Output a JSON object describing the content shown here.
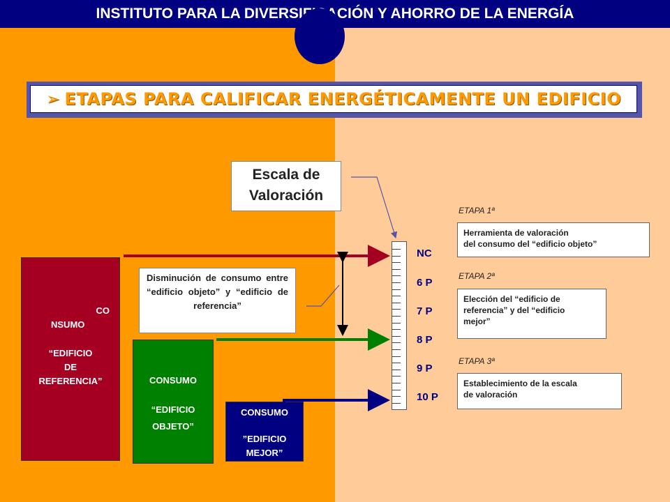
{
  "header": {
    "title": "INSTITUTO PARA LA DIVERSIFICACIÓN Y AHORRO DE LA ENERGÍA"
  },
  "title": {
    "bullet": "➢",
    "text": "ETAPAS PARA CALIFICAR ENERGÉTICAMENTE UN EDIFICIO"
  },
  "escala": {
    "line1": "Escala de",
    "line2": "Valoración"
  },
  "bars": {
    "referencia": {
      "line1": "CO",
      "line2": "NSUMO",
      "line3": "“EDIFICIO\nDE\nREFERENCIA”"
    },
    "objeto": {
      "line1": "CONSUMO",
      "line2": "“EDIFICIO\nOBJETO”"
    },
    "mejor": {
      "line1": "CONSUMO",
      "line2": "”EDIFICIO\nMEJOR”"
    }
  },
  "disminucion": {
    "text": "Disminución de consumo entre “edificio objeto” y “edificio de referencia”"
  },
  "scale": [
    "NC",
    "6 P",
    "7 P",
    "8 P",
    "9 P",
    "10 P"
  ],
  "etapas": [
    {
      "label": "ETAPA 1ª",
      "text": "Herramienta de valoración\ndel consumo del “edificio objeto”"
    },
    {
      "label": "ETAPA 2ª",
      "text": "Elección del “edificio de\nreferencia” y del “edificio\nmejor”"
    },
    {
      "label": "ETAPA 3ª",
      "text": "Establecimiento de la escala\nde valoración"
    }
  ],
  "colors": {
    "header": "#000080",
    "orange": "#ff9900",
    "peach": "#ffcc99",
    "referencia": "#a50021",
    "objeto": "#008000",
    "mejor": "#000080"
  }
}
